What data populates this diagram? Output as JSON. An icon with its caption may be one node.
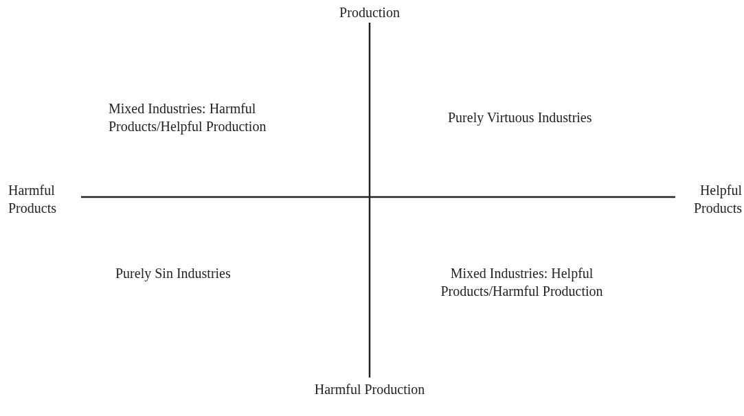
{
  "diagram": {
    "labels": [
      "Production",
      "Mixed Industries: Harmful Products/Helpful Production",
      "Purely Virtuous Industries",
      "Harmful Products",
      "Helpful Products",
      "Purely Sin Industries",
      "Mixed Industries: Helpful Products/Harmful Production",
      "Harmful Production"
    ]
  }
}
